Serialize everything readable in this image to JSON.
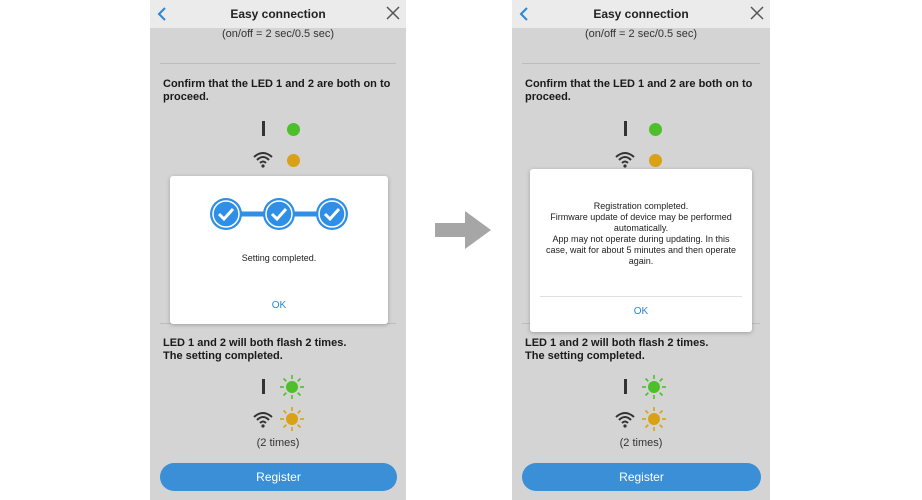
{
  "screens": [
    {
      "header": {
        "title": "Easy connection",
        "back_icon": "chevron-left-icon",
        "close_icon": "close-icon"
      },
      "blink_text": "(on/off = 2 sec/0.5 sec)",
      "confirm_text": "Confirm that the LED 1 and 2 are both on to proceed.",
      "flash_text_line1": "LED 1 and 2 will both flash 2 times.",
      "flash_text_line2": "The setting completed.",
      "times_text": "(2 times)",
      "register_label": "Register",
      "dialog": {
        "message": "Setting completed.",
        "ok_label": "OK",
        "steps_completed": 3,
        "steps_total": 3
      }
    },
    {
      "header": {
        "title": "Easy connection",
        "back_icon": "chevron-left-icon",
        "close_icon": "close-icon"
      },
      "blink_text": "(on/off = 2 sec/0.5 sec)",
      "confirm_text": "Confirm that the LED 1 and 2 are both on to proceed.",
      "flash_text_line1": "LED 1 and 2 will both flash 2 times.",
      "flash_text_line2": "The setting completed.",
      "times_text": "(2 times)",
      "register_label": "Register",
      "dialog": {
        "message_lines": [
          "Registration completed.",
          "Firmware update of device may be performed",
          "automatically.",
          "App may not operate during updating. In this",
          "case, wait for about 5 minutes and then operate",
          "again."
        ],
        "ok_label": "OK"
      }
    }
  ],
  "colors": {
    "accent": "#3a8fd6",
    "led_green": "#4cbf2b",
    "led_amber": "#d9a116",
    "step_blue": "#2f8ee5",
    "screen_bg": "#d4d4d4"
  },
  "icons": {
    "transition": "arrow-right-icon",
    "led1": "bar-icon",
    "led2": "wifi-icon",
    "flashing": "flash-icon"
  }
}
